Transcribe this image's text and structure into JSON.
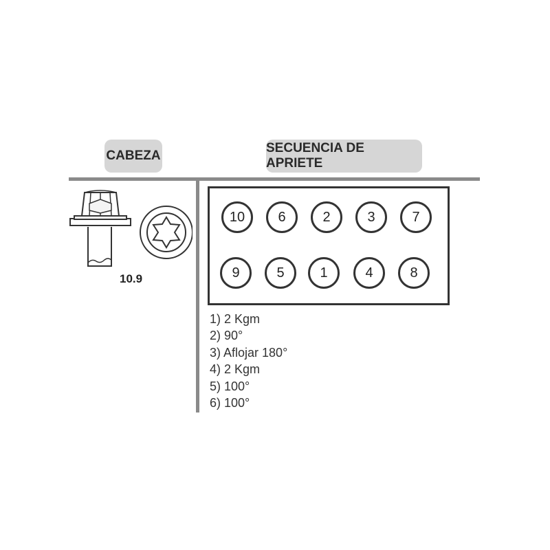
{
  "headers": {
    "head": "CABEZA",
    "sequence": "SECUENCIA DE APRIETE"
  },
  "bolt": {
    "grade": "10.9",
    "head_icon": "flange-hex-bolt-icon",
    "socket_icon": "torx-socket-icon"
  },
  "pattern": {
    "top_row": [
      "10",
      "6",
      "2",
      "3",
      "7"
    ],
    "bottom_row": [
      "9",
      "5",
      "1",
      "4",
      "8"
    ]
  },
  "steps": [
    "1) 2 Kgm",
    "2) 90°",
    "3) Aflojar 180°",
    "4) 2 Kgm",
    "5) 100°",
    "6) 100°"
  ],
  "colors": {
    "header_fill": "#d6d6d6",
    "divider": "#8a8a8a",
    "outline": "#333333"
  }
}
